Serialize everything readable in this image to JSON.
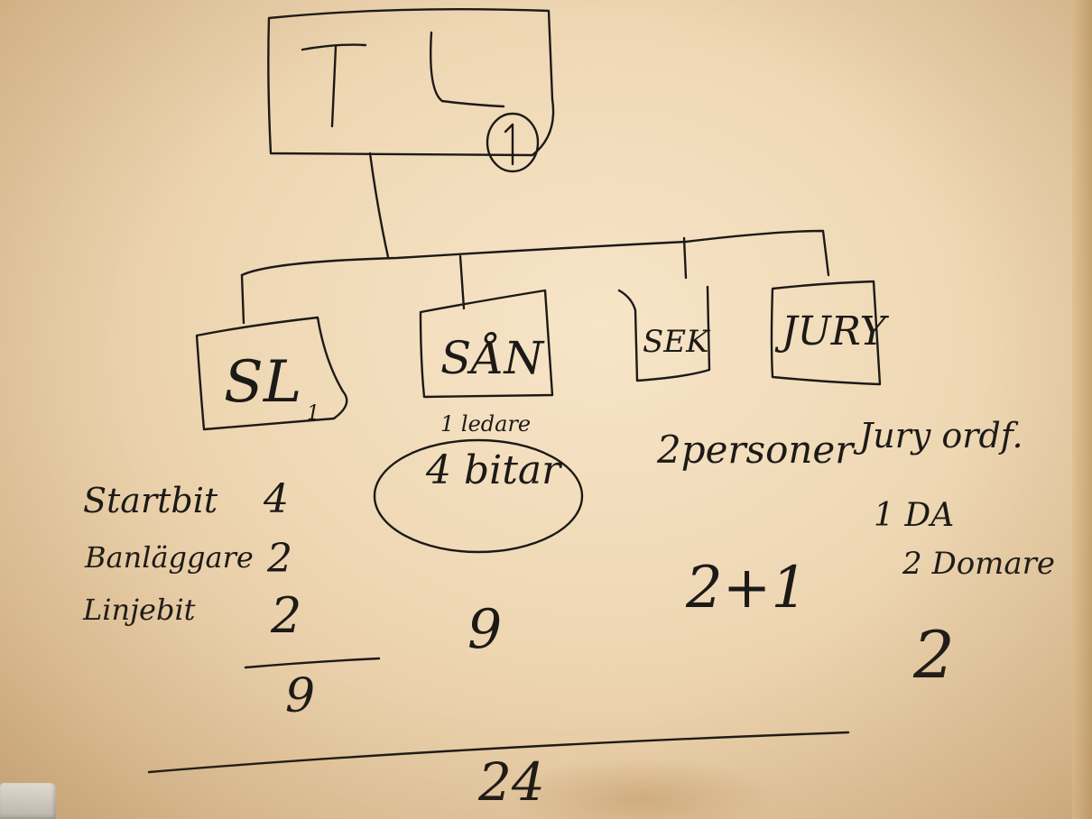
{
  "whiteboard": {
    "root_box": {
      "label": "T",
      "badge": "1"
    },
    "boxes": [
      {
        "label": "SL",
        "subscript": "1"
      },
      {
        "label": "SÅN"
      },
      {
        "label": "SEK"
      },
      {
        "label": "JURY"
      }
    ],
    "san_note_top": "1 ledare",
    "san_note_circled": "4 bitar",
    "sek_note": "2personer",
    "jury_notes": [
      "Jury ordf.",
      "1 DA",
      "2 Domare"
    ],
    "sl_list": [
      {
        "label": "Startbit",
        "value": "4"
      },
      {
        "label": "Banläggare",
        "value": "2"
      },
      {
        "label": "Linjebit",
        "value": "2"
      }
    ],
    "sl_total": "9",
    "san_total": "9",
    "sek_total": "2+1",
    "jury_total": "2",
    "grand_total": "24"
  }
}
